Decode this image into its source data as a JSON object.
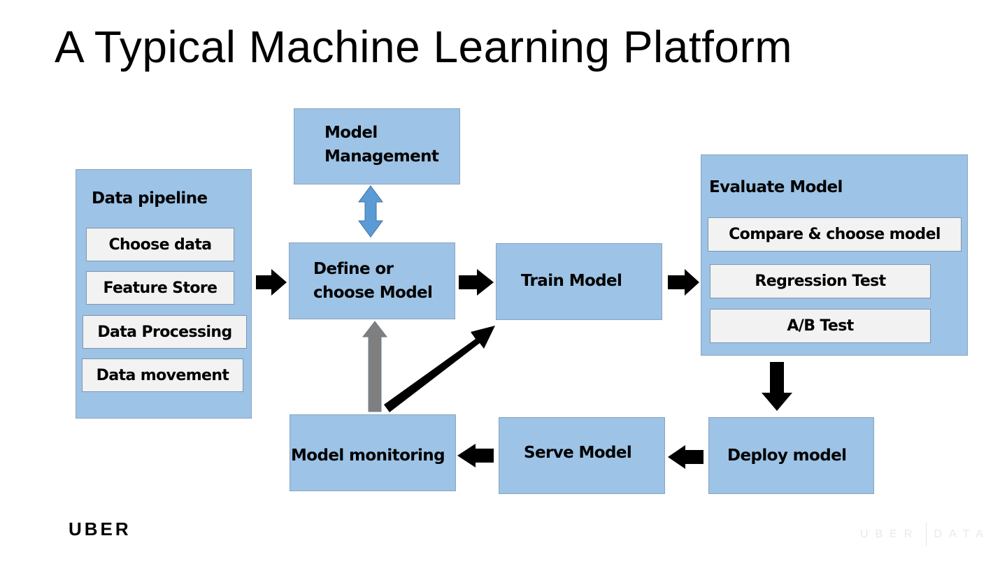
{
  "title": "A Typical Machine Learning Platform",
  "diagram": {
    "data_pipeline": {
      "label": "Data pipeline",
      "items": [
        "Choose data",
        "Feature Store",
        "Data Processing",
        "Data movement"
      ]
    },
    "model_management": {
      "line1": "Model",
      "line2": "Management"
    },
    "define_model": {
      "line1": "Define or",
      "line2": "choose Model"
    },
    "train_model": "Train Model",
    "evaluate_model": {
      "label": "Evaluate Model",
      "items": [
        "Compare & choose model",
        "Regression Test",
        "A/B Test"
      ]
    },
    "deploy_model": "Deploy model",
    "serve_model": "Serve Model",
    "model_monitoring": "Model monitoring"
  },
  "footer": {
    "logo": "UBER",
    "right_left": "UBER",
    "right_right": "DATA"
  },
  "colors": {
    "box_fill": "#9dc3e6",
    "sub_fill": "#f2f2f2",
    "arrow_black": "#000000",
    "arrow_blue": "#5b9bd5",
    "arrow_gray": "#7f7f7f"
  }
}
